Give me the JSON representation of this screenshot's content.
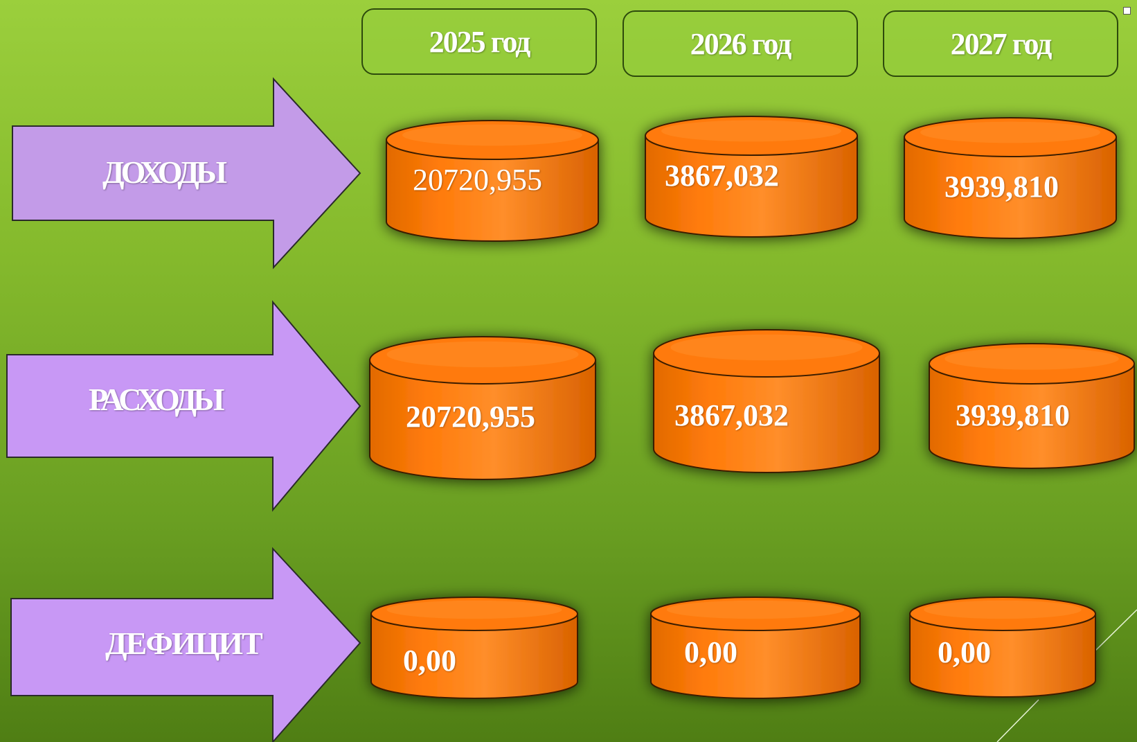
{
  "years": [
    "2025 год",
    "2026 год",
    "2027 год"
  ],
  "rows": [
    {
      "label": "ДОХОДЫ",
      "values": [
        "20720,955",
        "3867,032",
        "3939,810"
      ]
    },
    {
      "label": "РАСХОДЫ",
      "values": [
        "20720,955",
        "3867,032",
        "3939,810"
      ]
    },
    {
      "label": "ДЕФИЦИТ",
      "values": [
        "0,00",
        "0,00",
        "0,00"
      ]
    }
  ],
  "colors": {
    "background_top": "#9bcf3c",
    "background_bottom": "#4f7e14",
    "arrow_fill": "#c79cf2",
    "cylinder_fill": "#ff7b0a",
    "text": "#ffffff"
  }
}
